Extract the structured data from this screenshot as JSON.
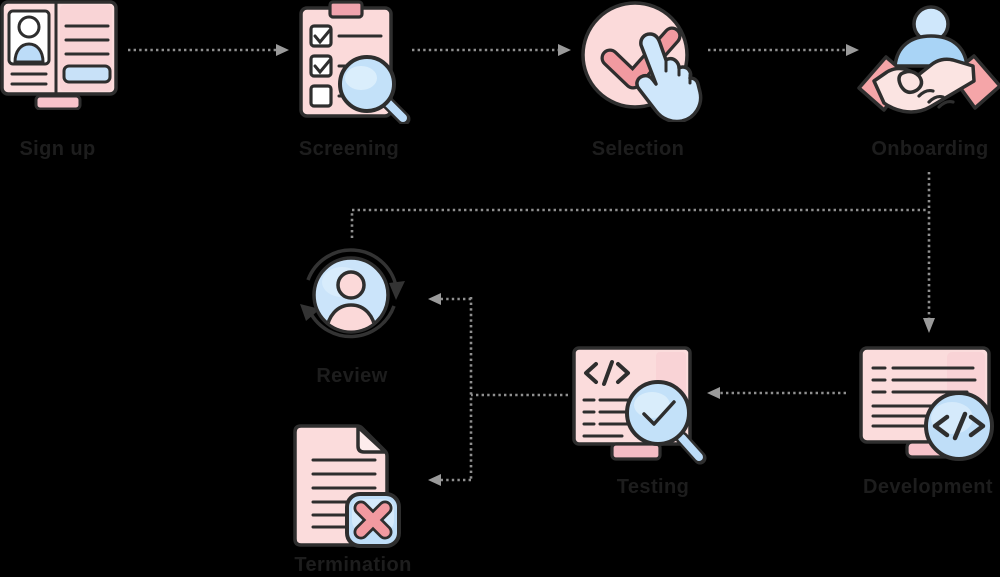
{
  "palette": {
    "background": "#000000",
    "outline": "#2e2e2e",
    "pink_light": "#fbdcdc",
    "pink_mid": "#f8cdd2",
    "pink_accent": "#f2a0a6",
    "blue_light": "#cfe7fb",
    "blue_mid": "#a9d4f6",
    "connector_gray": "#919191",
    "label_color": "#1d1d1d"
  },
  "nodes": [
    {
      "id": "signup",
      "label": "Sign up",
      "icon": "profile-monitor-icon"
    },
    {
      "id": "screening",
      "label": "Screening",
      "icon": "checklist-magnifier-icon"
    },
    {
      "id": "selection",
      "label": "Selection",
      "icon": "tap-check-icon"
    },
    {
      "id": "onboarding",
      "label": "Onboarding",
      "icon": "handshake-icon"
    },
    {
      "id": "development",
      "label": "Development",
      "icon": "code-monitor-icon"
    },
    {
      "id": "testing",
      "label": "Testing",
      "icon": "code-review-icon"
    },
    {
      "id": "review",
      "label": "Review",
      "icon": "person-refresh-icon"
    },
    {
      "id": "termination",
      "label": "Termination",
      "icon": "rejected-document-icon"
    }
  ],
  "edges": [
    {
      "from": "signup",
      "to": "screening",
      "style": "dashed-arrow"
    },
    {
      "from": "screening",
      "to": "selection",
      "style": "dashed-arrow"
    },
    {
      "from": "selection",
      "to": "onboarding",
      "style": "dashed-arrow"
    },
    {
      "from": "onboarding",
      "to": "development",
      "style": "dashed-arrow"
    },
    {
      "from": "development",
      "to": "testing",
      "style": "dashed-arrow"
    },
    {
      "from": "testing",
      "to": "review",
      "style": "dashed-arrow"
    },
    {
      "from": "testing",
      "to": "termination",
      "style": "dashed-arrow"
    },
    {
      "from": "review",
      "to": "development",
      "style": "dashed-loop"
    }
  ]
}
